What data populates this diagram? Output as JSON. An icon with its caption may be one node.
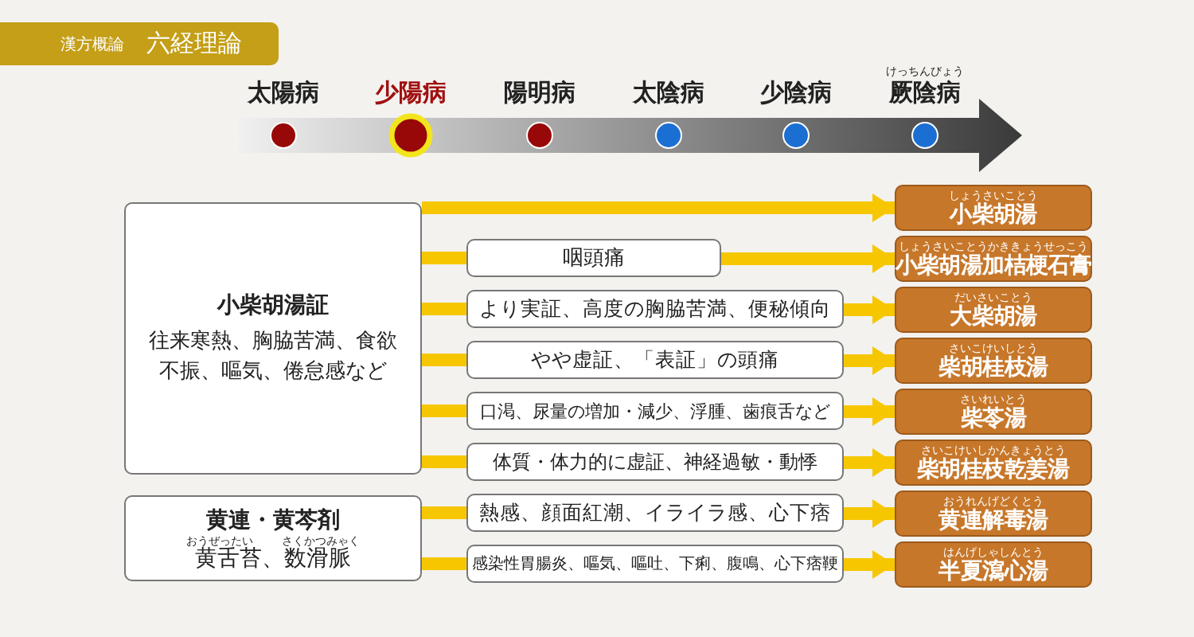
{
  "diagram": {
    "title": "六経理論",
    "nodes": [
      {
        "text": [
          "小柴胡湯証",
          "往来寒熱、胸脇苦満、食欲不振、嘔気、倦怠感など"
        ]
      },
      {
        "text": [
          "黄連・黄芩剤",
          "おうぜったい",
          "さくかつみゃく",
          "黄舌苔、数滑脈"
        ]
      },
      {
        "text": [
          "咽頭痛"
        ]
      },
      {
        "text": [
          "より実証、高度の胸脇苦満、便秘傾向"
        ]
      },
      {
        "text": [
          "やや虚証、「表証」の頭痛"
        ]
      },
      {
        "text": [
          "口渇、尿量の増加・減少、浮腫、歯痕舌など"
        ]
      },
      {
        "text": [
          "体質・体力的に虚証、神経過敏・動悸"
        ]
      },
      {
        "text": [
          "熱感、顔面紅潮、イライラ感、心下痞"
        ]
      },
      {
        "text": [
          "感染性胃腸炎、嘔気、嘔吐、下痢、腹鳴、心下痞鞕"
        ]
      },
      {
        "text": [
          "しょうさいことう",
          "小柴胡湯"
        ]
      },
      {
        "text": [
          "しょうさいことうかききょうせっこう",
          "小柴胡湯加桔梗石膏"
        ]
      },
      {
        "text": [
          "だいさいことう",
          "大柴胡湯"
        ]
      },
      {
        "text": [
          "さいこけいしとう",
          "柴胡桂枝湯"
        ]
      },
      {
        "text": [
          "さいれいとう",
          "柴苓湯"
        ]
      },
      {
        "text": [
          "さいこけいしかんきょうとう",
          "柴胡桂枝乾姜湯"
        ]
      },
      {
        "text": [
          "おうれんげどくとう",
          "黄連解毒湯"
        ]
      },
      {
        "text": [
          "はんげしゃしんとう",
          "半夏瀉心湯"
        ]
      }
    ],
    "edges": [
      {
        "from": 0,
        "to": 9,
        "arrow": "to"
      },
      {
        "from": 0,
        "to": 2,
        "arrow": "none"
      },
      {
        "from": 2,
        "to": 10,
        "arrow": "to"
      },
      {
        "from": 0,
        "to": 3,
        "arrow": "none"
      },
      {
        "from": 3,
        "to": 11,
        "arrow": "to"
      },
      {
        "from": 0,
        "to": 4,
        "arrow": "none"
      },
      {
        "from": 4,
        "to": 12,
        "arrow": "to"
      },
      {
        "from": 0,
        "to": 5,
        "arrow": "none"
      },
      {
        "from": 5,
        "to": 13,
        "arrow": "to"
      },
      {
        "from": 0,
        "to": 6,
        "arrow": "none"
      },
      {
        "from": 6,
        "to": 14,
        "arrow": "to"
      },
      {
        "from": 1,
        "to": 7,
        "arrow": "none"
      },
      {
        "from": 7,
        "to": 15,
        "arrow": "to"
      },
      {
        "from": 1,
        "to": 8,
        "arrow": "none"
      },
      {
        "from": 8,
        "to": 16,
        "arrow": "to"
      }
    ],
    "labels": [
      "漢方概論",
      "太陽病",
      "少陽病",
      "陽明病",
      "太陰病",
      "少陰病",
      "けっちんびょう",
      "厥陰病"
    ]
  }
}
